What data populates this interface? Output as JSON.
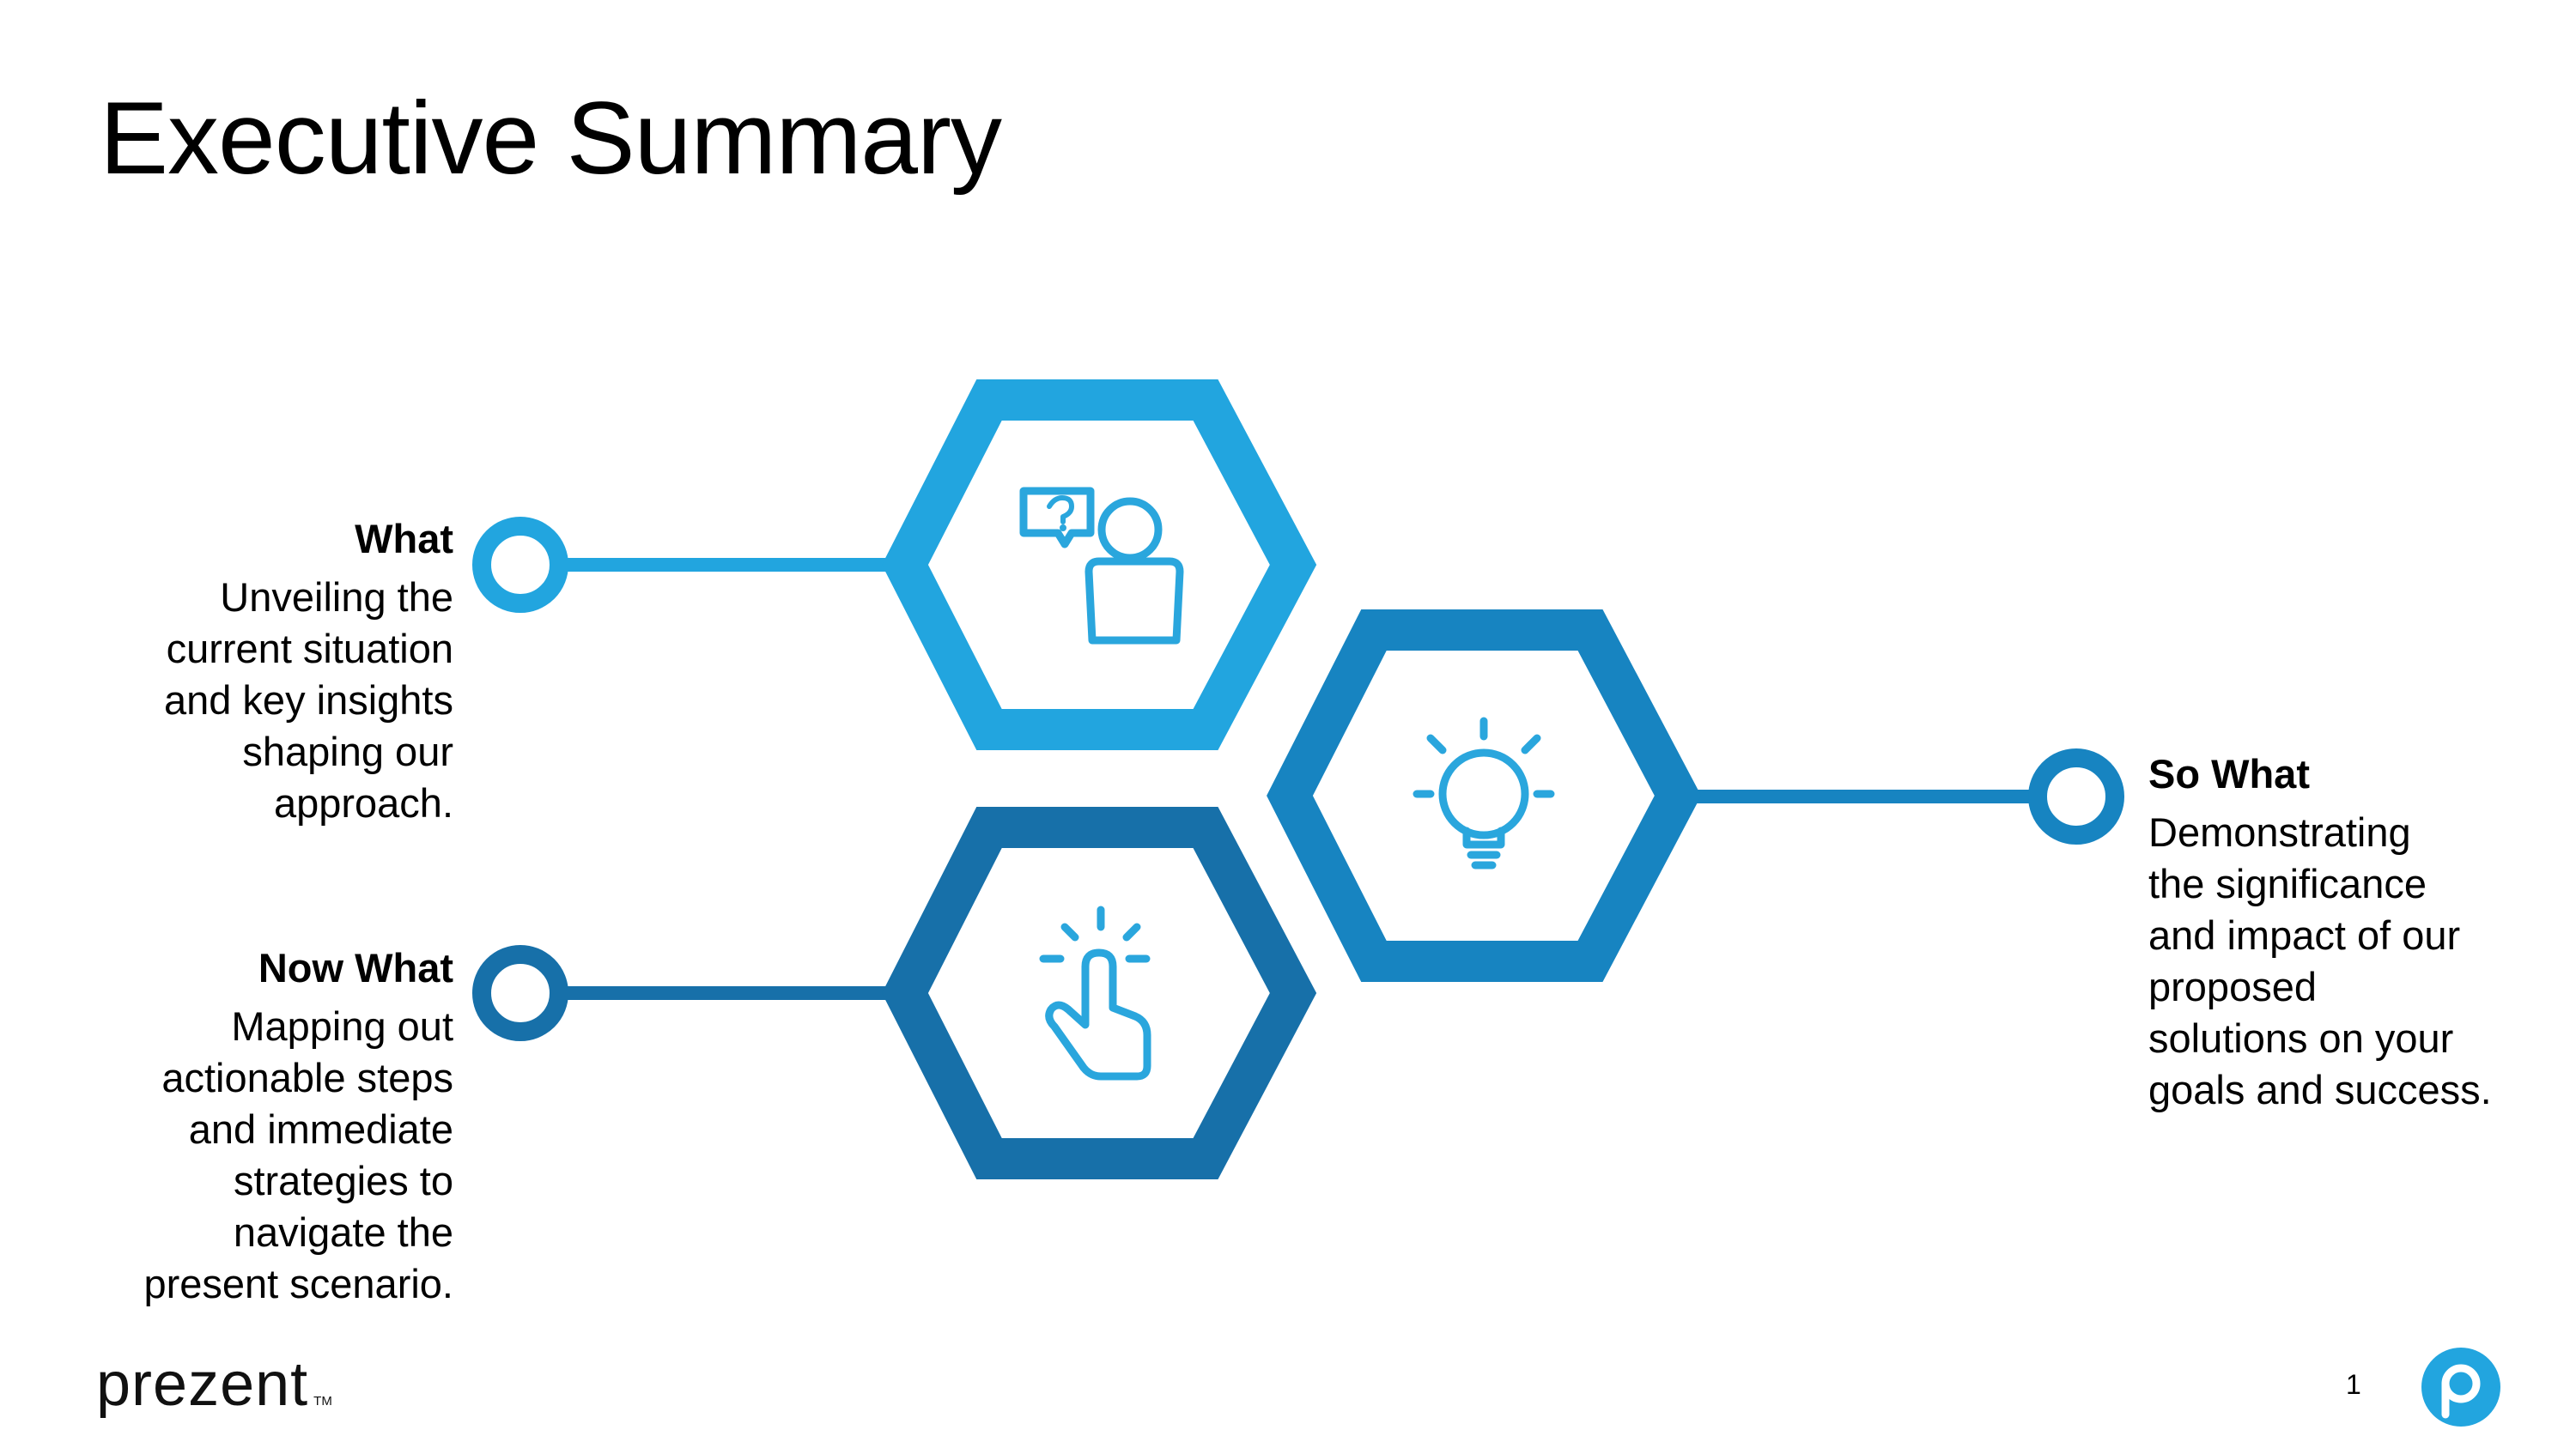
{
  "slide": {
    "title": "Executive Summary",
    "page_number": "1"
  },
  "colors": {
    "hex_top": "#22a5df",
    "hex_right": "#1784c1",
    "hex_bottom": "#1770a9",
    "icon": "#2aa6dd",
    "logo_badge": "#22a5df"
  },
  "sections": {
    "what": {
      "heading": "What",
      "body": "Unveiling the\ncurrent situation\nand key insights\nshaping our\napproach.",
      "icon": "person-question-icon"
    },
    "so_what": {
      "heading": "So What",
      "body": "Demonstrating\nthe significance\nand impact of our\nproposed\nsolutions on your\ngoals and success.",
      "icon": "lightbulb-icon"
    },
    "now_what": {
      "heading": "Now What",
      "body": "Mapping out\nactionable steps\nand immediate\nstrategies to\nnavigate the\npresent scenario.",
      "icon": "pointer-click-icon"
    }
  },
  "footer": {
    "logo_text": "prezent",
    "logo_tm": "TM",
    "badge_icon": "prezent-p-icon"
  }
}
